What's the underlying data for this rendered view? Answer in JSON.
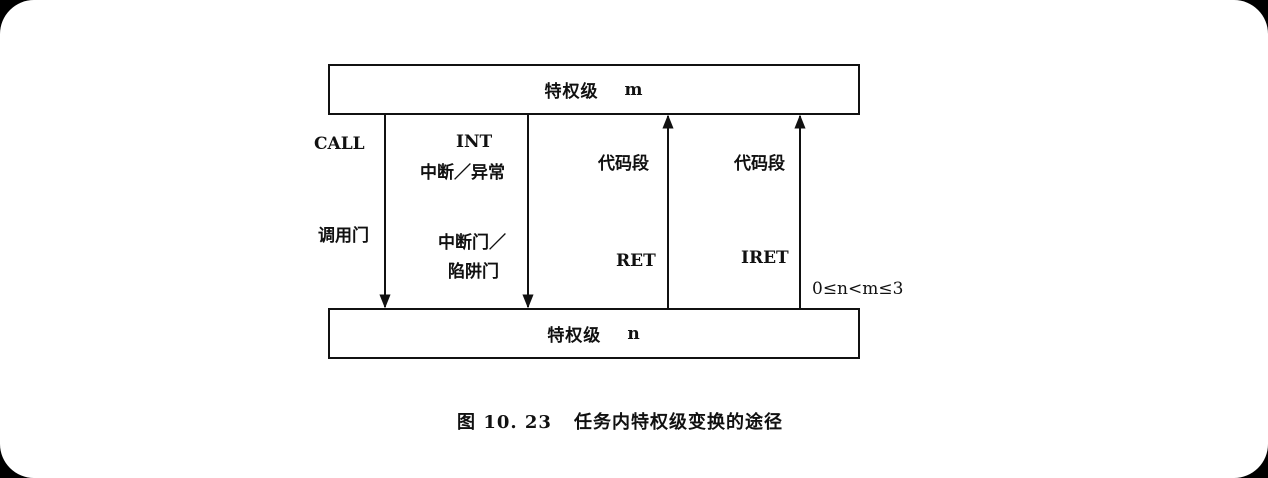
{
  "diagram": {
    "top_box": {
      "label": "特权级",
      "var": "m"
    },
    "bottom_box": {
      "label": "特权级",
      "var": "n"
    },
    "paths": [
      {
        "id": "call",
        "direction": "down",
        "labels": [
          "CALL",
          "调用门"
        ]
      },
      {
        "id": "int",
        "direction": "down",
        "labels": [
          "INT",
          "中断／异常",
          "中断门／",
          "陷阱门"
        ]
      },
      {
        "id": "ret",
        "direction": "up",
        "labels": [
          "代码段",
          "RET"
        ]
      },
      {
        "id": "iret",
        "direction": "up",
        "labels": [
          "代码段",
          "IRET"
        ]
      }
    ],
    "condition": "0≤n<m≤3"
  },
  "caption": {
    "number": "图 10. 23",
    "title": "任务内特权级变换的途径"
  }
}
